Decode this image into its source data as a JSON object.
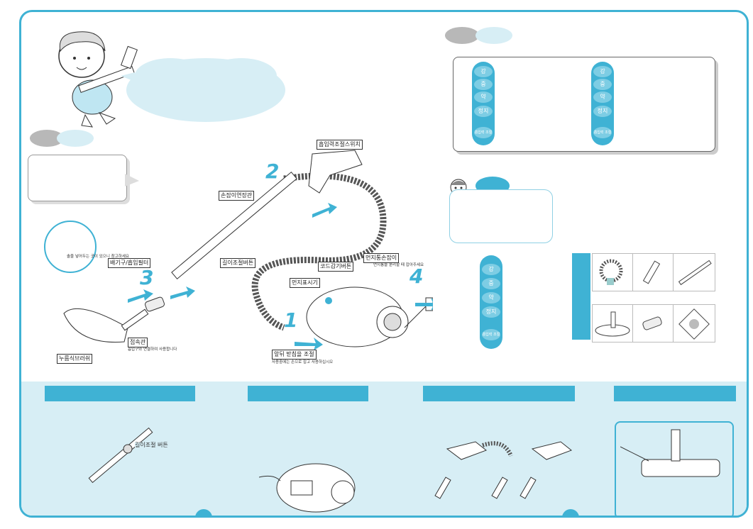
{
  "labels": {
    "power_switch": "흡입력조절스위치",
    "handle_pipe": "손잡이연장관",
    "pipe_button": "길이조절버튼",
    "attachment_filter": "배기구/흡입필터",
    "cord_button": "코드감기버튼",
    "dust_indicator": "먼지표시기",
    "dust_bin_note": "먼지통손잡이",
    "dust_bin_sub": "먼지통을 분리할 때 잡아주세요",
    "main_handle": "앞뒤 받침을 조절",
    "main_handle_sub": "사용중에는 손으로 잡고 사용하십시오",
    "joint": "접속관",
    "joint_sub": "흡입구와 연결하여 사용합니다",
    "floor_brush": "누름식브러쉬",
    "circle_note": "솔을 넣어두는 곳이 있으니 참고하세요",
    "length_adjust": "길이조절 버튼"
  },
  "steps": [
    "1",
    "2",
    "3",
    "4"
  ],
  "remote_left": [
    "강",
    "중",
    "약",
    "정지",
    "흡입력 조절"
  ],
  "remote_right": [
    "강",
    "중",
    "약",
    "정지",
    "흡입력 조절"
  ],
  "remote_bottom": [
    "강",
    "중",
    "약",
    "정지",
    "흡입력 조절"
  ]
}
